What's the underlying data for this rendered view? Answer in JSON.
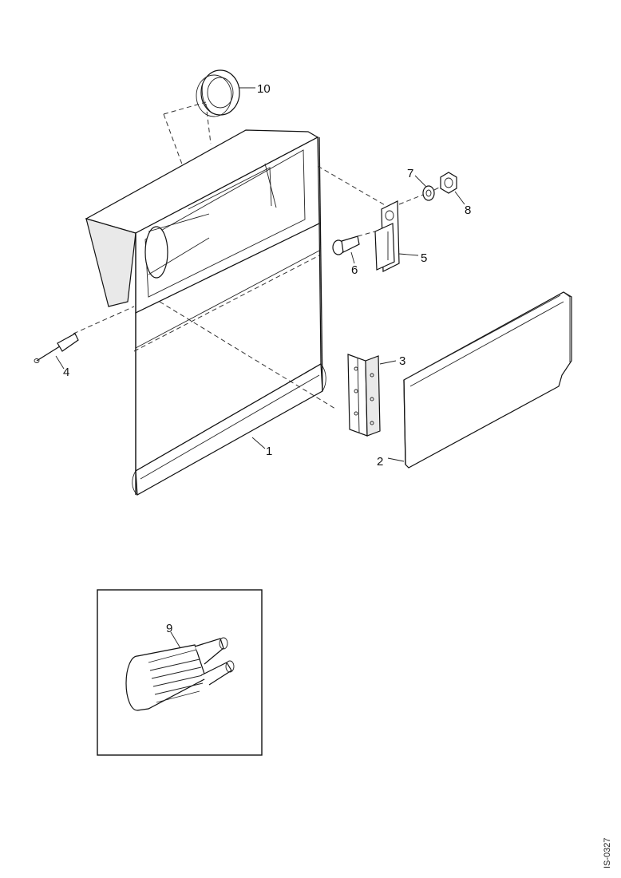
{
  "diagram": {
    "callouts": {
      "c1": "1",
      "c2": "2",
      "c3": "3",
      "c4": "4",
      "c5": "5",
      "c6": "6",
      "c7": "7",
      "c8": "8",
      "c9": "9",
      "c10": "10"
    },
    "drawing_code": "IS-0327"
  }
}
